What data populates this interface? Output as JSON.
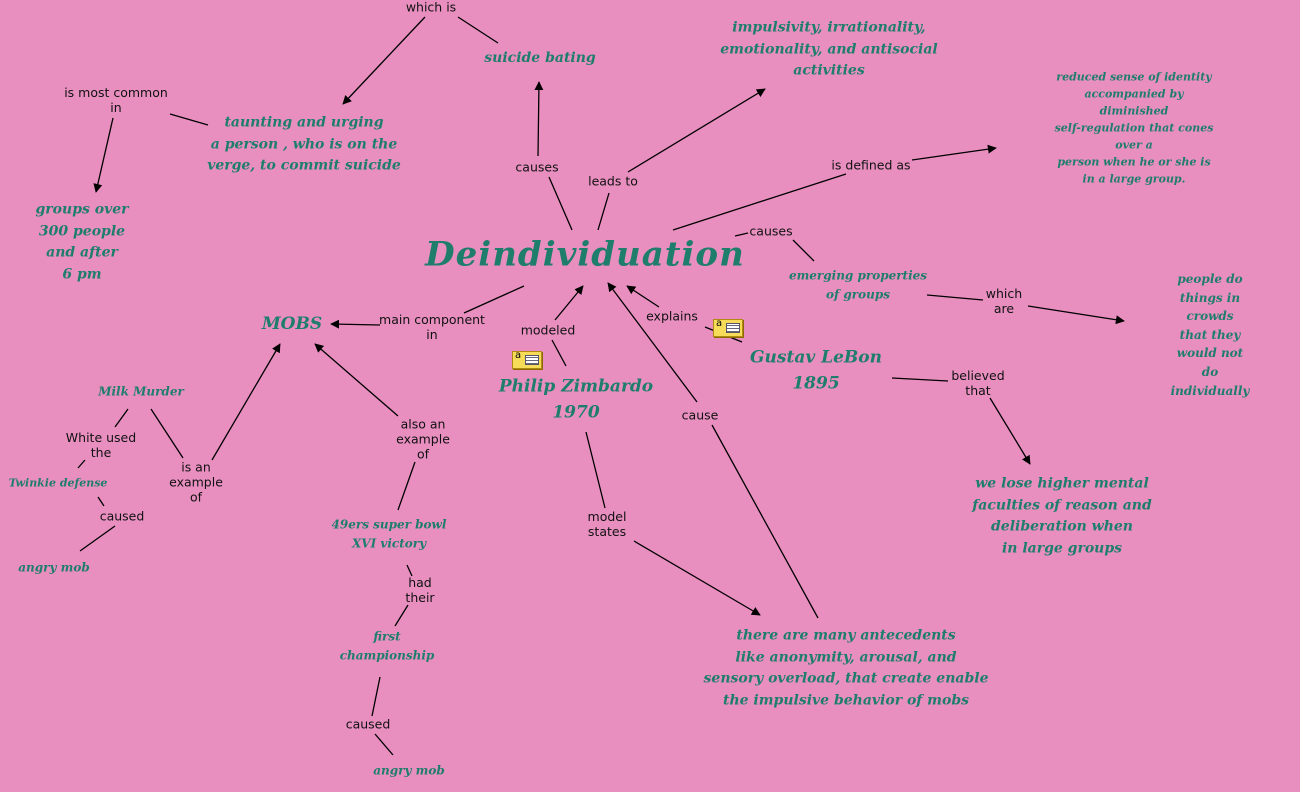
{
  "concepts": {
    "deindividuation": "Deindividuation",
    "mobs": "MOBS",
    "suicide_bating": "suicide bating",
    "impulsivity": "impulsivity, irrationality,\nemotionality, and antisocial\nactivities",
    "reduced_identity": "reduced sense of identity\naccompanied by diminished\nself-regulation that cones over a\nperson when he or she is in a large group.",
    "taunting": "taunting and urging\na person , who is on the\nverge, to commit suicide",
    "groups_over": "groups over\n300 people\nand after\n6 pm",
    "emerging": "emerging properties\nof groups",
    "people_do": "people do things in crowds\nthat they would not\ndo individually",
    "lebon": "Gustav LeBon\n1895",
    "zimbardo": "Philip Zimbardo\n1970",
    "higher_mental": "we lose higher mental\nfaculties of reason and\ndeliberation when\nin large groups",
    "antecedents": "there are many antecedents\nlike anonymity, arousal, and\nsensory overload, that create enable\nthe impulsive behavior of mobs",
    "milk_murder": "Milk Murder",
    "twinkie": "Twinkie defense",
    "angry_mob_1": "angry mob",
    "niners": "49ers super bowl\nXVI victory",
    "first_champ": "first\nchampionship",
    "angry_mob_2": "angry mob"
  },
  "links": {
    "which_is": "which is",
    "most_common": "is most common\nin",
    "causes_1": "causes",
    "leads_to": "leads to",
    "defined_as": "is defined as",
    "causes_2": "causes",
    "which_are": "which\nare",
    "explains": "explains",
    "modeled": "modeled",
    "main_component": "main component\nin",
    "believed_that": "believed\nthat",
    "cause": "cause",
    "model_states": "model\nstates",
    "white_used": "White used\nthe",
    "is_example": "is an\nexample\nof",
    "also_example": "also an\nexample\nof",
    "caused_1": "caused",
    "had_their": "had\ntheir",
    "caused_2": "caused"
  },
  "icons": [
    "note-icon",
    "note-icon"
  ],
  "colors": {
    "background": "#e88fc0",
    "concept_text": "#1e7d6b",
    "link_text": "#111111",
    "line": "#000000"
  }
}
